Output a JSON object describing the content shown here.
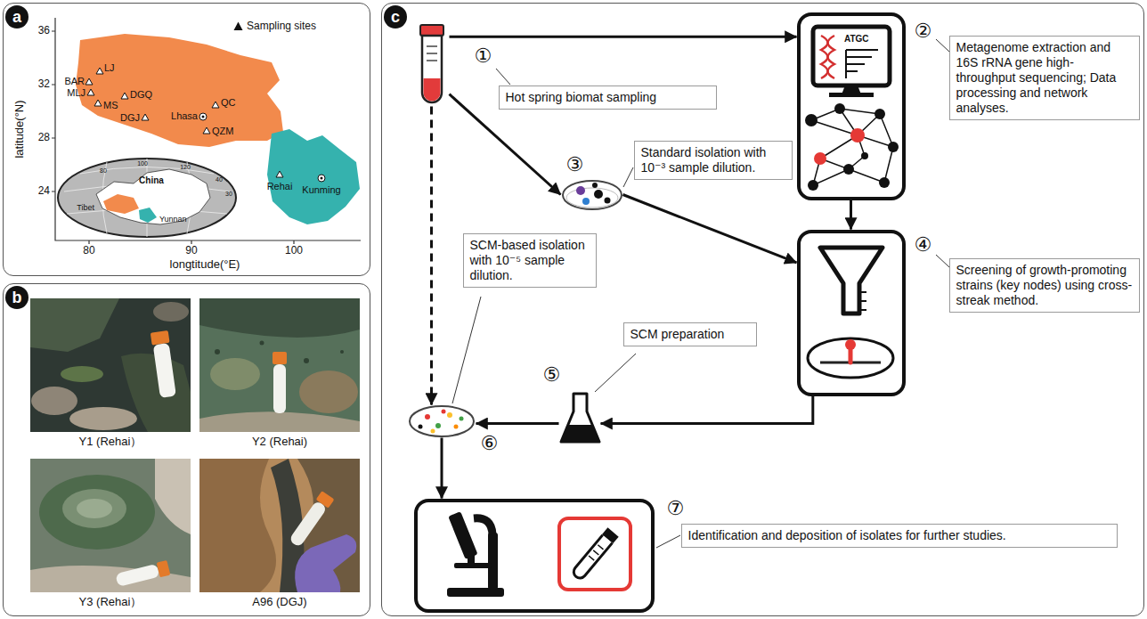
{
  "diagram": {
    "nodes": [
      {
        "text": [
          "a"
        ]
      },
      {
        "text": [
          "b"
        ]
      },
      {
        "text": [
          "c"
        ]
      },
      {
        "text": [
          "①"
        ],
        "in": 2
      },
      {
        "text": [
          "Hot spring biomat sampling"
        ],
        "in": 2
      },
      {
        "text": [
          "②"
        ],
        "in": 2
      },
      {
        "text": [
          "Metagenome extraction and 16S rRNA gene high-throughput sequencing; Data processing and network analyses."
        ],
        "in": 2
      },
      {
        "text": [
          "③"
        ],
        "in": 2
      },
      {
        "text": [
          "Standard isolation with 10⁻³ sample dilution."
        ],
        "in": 2
      },
      {
        "text": [
          "SCM-based isolation with 10⁻⁵ sample dilution."
        ],
        "in": 2
      },
      {
        "text": [
          "④"
        ],
        "in": 2
      },
      {
        "text": [
          "Screening of growth-promoting strains (key nodes) using cross-streak method."
        ],
        "in": 2
      },
      {
        "text": [
          "SCM preparation"
        ],
        "in": 2
      },
      {
        "text": [
          "⑤"
        ],
        "in": 2
      },
      {
        "text": [
          "⑥"
        ],
        "in": 2
      },
      {
        "text": [
          "⑦"
        ],
        "in": 2
      },
      {
        "text": [
          "Identification and deposition of isolates for further studies."
        ],
        "in": 2
      }
    ],
    "edges": [
      {
        "from": 3,
        "to": 5,
        "arrow": "to"
      },
      {
        "from": 3,
        "to": 7,
        "arrow": "to"
      },
      {
        "from": 3,
        "to": 14,
        "arrow": "to"
      },
      {
        "from": 5,
        "to": 10,
        "arrow": "to"
      },
      {
        "from": 7,
        "to": 10,
        "arrow": "to"
      },
      {
        "from": 10,
        "to": 13,
        "arrow": "to"
      },
      {
        "from": 13,
        "to": 14,
        "arrow": "to"
      },
      {
        "from": 14,
        "to": 15,
        "arrow": "to"
      }
    ],
    "labels": [
      "36",
      "32",
      "28",
      "24",
      "80",
      "90",
      "100",
      "latitude(°N)",
      "longtitude(°E)",
      "BAR",
      "LJ",
      "MLJ",
      "MS",
      "DGQ",
      "DGJ",
      "Lhasa",
      "QC",
      "QZM",
      "Rehai",
      "Kunming",
      "China",
      "Tibet",
      "Yunnan",
      "80",
      "100",
      "120",
      "40",
      "30",
      "Y1 (Rehai）",
      "Y2 (Rehai)",
      "Y3 (Rehai）",
      "A96 (DGJ)",
      "ATGC"
    ],
    "legend": [
      {
        "text": "Sampling sites"
      }
    ]
  }
}
